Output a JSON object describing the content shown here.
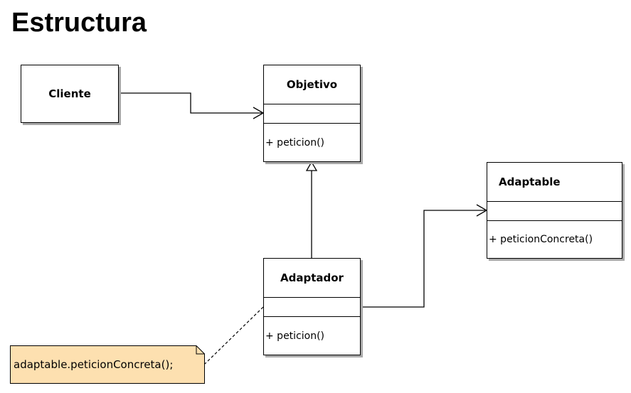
{
  "title": "Estructura",
  "classes": {
    "cliente": {
      "name": "Cliente"
    },
    "objetivo": {
      "name": "Objetivo",
      "operation": "+ peticion()"
    },
    "adaptador": {
      "name": "Adaptador",
      "operation": "+ peticion()"
    },
    "adaptable": {
      "name": "Adaptable",
      "operation": "+ peticionConcreta()"
    }
  },
  "note": {
    "text": "adaptable.peticionConcreta();"
  },
  "colors": {
    "note_fill": "#fde0b0",
    "shadow": "#a9a9a9",
    "line": "#000000"
  }
}
